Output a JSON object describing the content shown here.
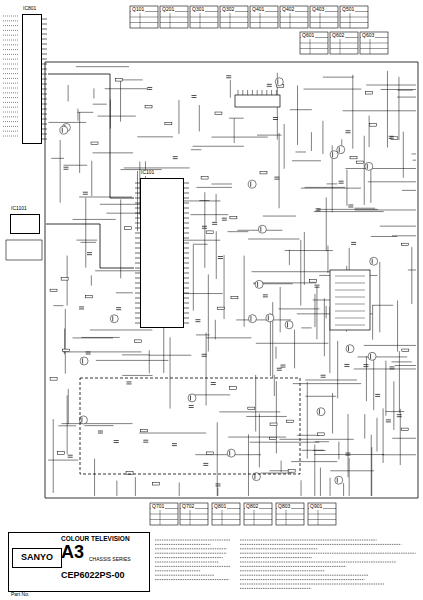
{
  "diagram": {
    "nodes": [
      {
        "text": [
          "COLOUR TELEVISION",
          "CHASSIS SERIES"
        ]
      },
      {
        "text": [
          "SANYO"
        ],
        "in": 0
      },
      {
        "text": [
          "A3"
        ],
        "in": 0
      },
      {
        "text": [
          "CEP6022PS-00"
        ],
        "in": 0
      },
      {
        "text": [
          "IC801"
        ]
      },
      {
        "text": [
          "IC101"
        ]
      },
      {
        "text": [
          "IC1101"
        ]
      }
    ],
    "edges": [
      {
        "from": 4,
        "to": 5,
        "arrow": "none"
      },
      {
        "from": 6,
        "to": 5,
        "arrow": "none"
      }
    ],
    "labels": [
      "Q101",
      "Q201",
      "Q301",
      "Q302",
      "Q401",
      "Q402",
      "Q403",
      "Q501",
      "Q601",
      "Q602",
      "Q603",
      "Q701",
      "Q702",
      "Q801",
      "Q802",
      "Q803",
      "Q901",
      "Part No."
    ]
  }
}
